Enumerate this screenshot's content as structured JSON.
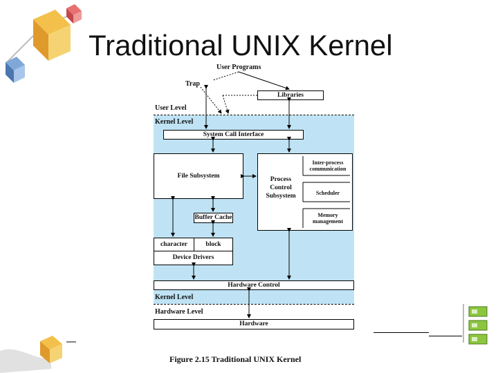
{
  "slide": {
    "title": "Traditional UNIX Kernel"
  },
  "diagram": {
    "user_programs": "User Programs",
    "trap": "Trap",
    "libraries": "Libraries",
    "user_level": "User Level",
    "kernel_level_top": "Kernel Level",
    "system_call_interface": "System Call Interface",
    "file_subsystem": "File Subsystem",
    "process_control_subsystem": [
      "Process",
      "Control",
      "Subsystem"
    ],
    "inter_process_communication": [
      "Inter-process",
      "communication"
    ],
    "scheduler": "Scheduler",
    "memory_management": [
      "Memory",
      "management"
    ],
    "buffer_cache": "Buffer Cache",
    "character": "character",
    "block": "block",
    "device_drivers": "Device Drivers",
    "hardware_control": "Hardware Control",
    "kernel_level_bottom": "Kernel Level",
    "hardware_level": "Hardware Level",
    "hardware": "Hardware",
    "caption": "Figure 2.15  Traditional UNIX Kernel"
  },
  "colors": {
    "kernel_background": "#bfe3f4",
    "box_fill": "#ffffff",
    "lines": "#000000"
  },
  "decorations": {
    "top_left_icon": "cube-cluster-icon",
    "bottom_left_icon": "hand-cube-icon",
    "bottom_right_icon": "stacked-boxes-icon"
  }
}
